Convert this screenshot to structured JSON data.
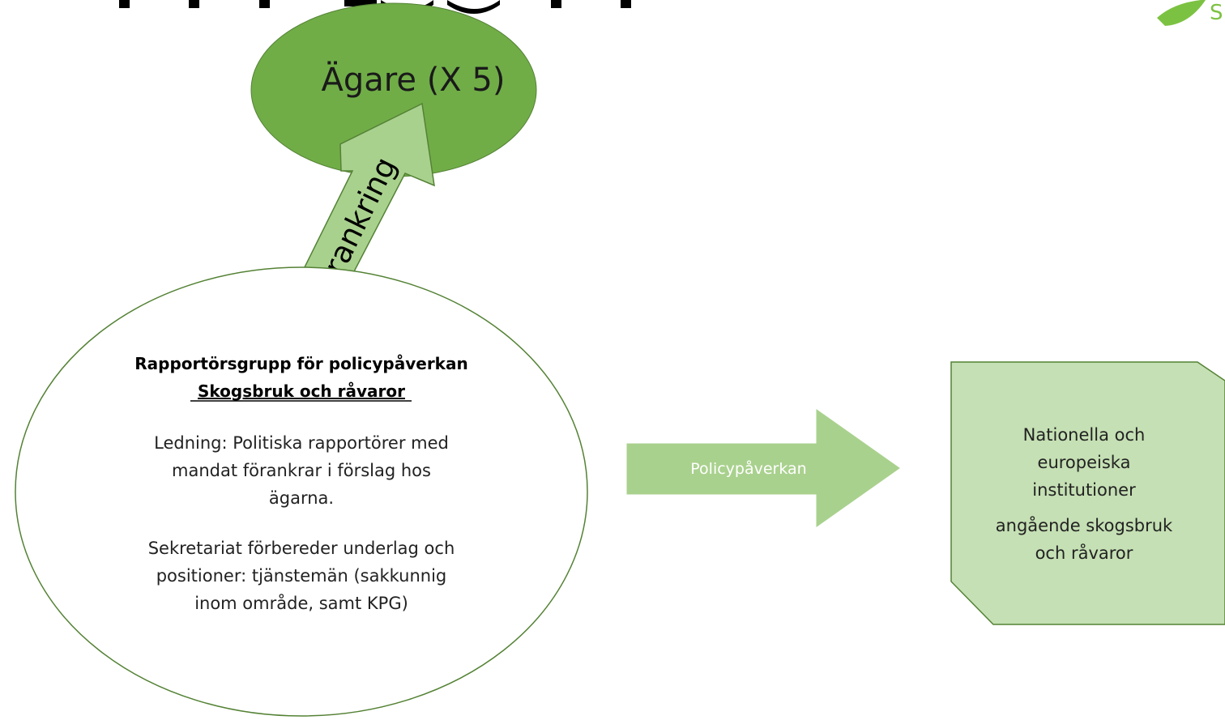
{
  "owners": {
    "label": "Ägare (X 5)"
  },
  "anchor_arrow": {
    "label": "Förankring"
  },
  "group": {
    "title": "Rapportörsgrupp för policypåverkan",
    "subtitle": "Skogsbruk och råvaror",
    "leadership": [
      "Ledning: Politiska rapportörer med",
      "mandat förankrar i förslag hos",
      "ägarna."
    ],
    "secretariat": [
      "Sekretariat förbereder underlag och",
      "positioner: tjänstemän (sakkunnig",
      "inom område, samt KPG)"
    ]
  },
  "policy_arrow": {
    "label": "Policypåverkan"
  },
  "institutions": {
    "lines": [
      "Nationella och",
      "europeiska",
      "institutioner",
      "angående skogsbruk",
      "och råvaror"
    ]
  },
  "colors": {
    "dark_green": "#70AD47",
    "light_green": "#A9D18E",
    "pale_green": "#C5E0B4",
    "outline": "#548235",
    "leaf": "#7CC242"
  }
}
